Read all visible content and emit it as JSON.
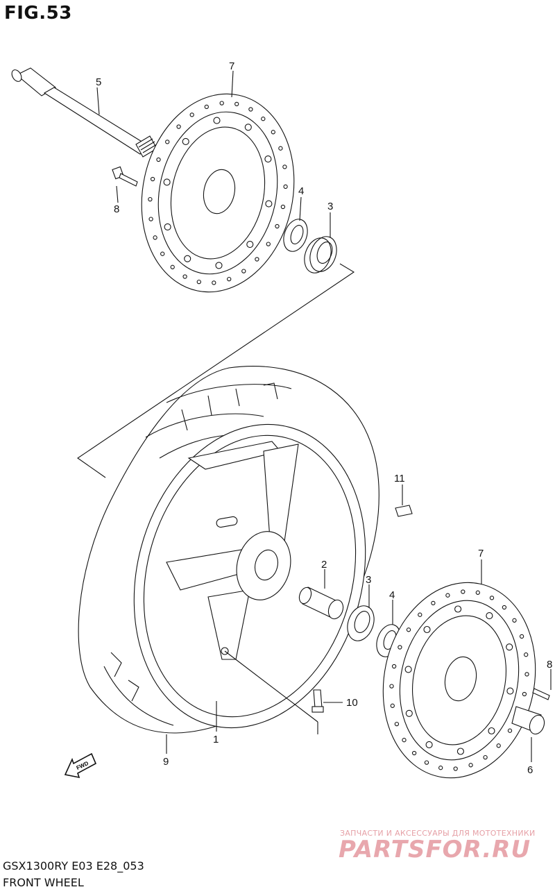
{
  "figure": {
    "title": "FIG.53",
    "model_code": "GSX1300RY E03 E28_053",
    "name": "FRONT WHEEL"
  },
  "callouts": {
    "c1": "1",
    "c2": "2",
    "c3a": "3",
    "c3b": "3",
    "c4a": "4",
    "c4b": "4",
    "c5": "5",
    "c6": "6",
    "c7a": "7",
    "c7b": "7",
    "c8a": "8",
    "c8b": "8",
    "c9": "9",
    "c10": "10",
    "c11": "11"
  },
  "fwd_label": "FWD",
  "watermark": {
    "tagline": "ЗАПЧАСТИ И АКСЕССУАРЫ ДЛЯ МОТОТЕХНИКИ",
    "logo": "PARTSFOR.RU"
  }
}
